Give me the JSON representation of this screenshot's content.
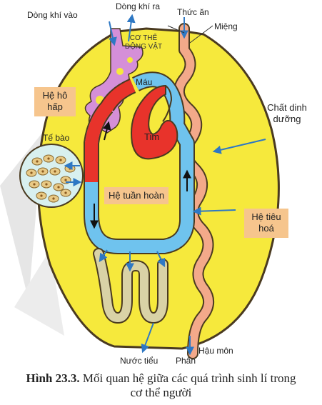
{
  "labels": {
    "air_in": "Dòng khí vào",
    "air_out": "Dòng khí ra",
    "food": "Thức ăn",
    "mouth": "Miệng",
    "body": "CƠ THỂ ĐỘNG VẬT",
    "respiratory": "Hệ hô hấp",
    "blood": "Máu",
    "heart": "Tim",
    "nutrients": "Chất dinh dưỡng",
    "cell": "Tế bào",
    "circulatory": "Hệ tuần hoàn",
    "digestive": "Hệ tiêu hoá",
    "urine": "Nước tiểu",
    "feces": "Phân",
    "anus": "Hậu môn"
  },
  "caption": {
    "figure_no": "Hình 23.3.",
    "text": "Mối quan hệ giữa các quá trình sinh lí trong cơ thể người"
  },
  "colors": {
    "body_fill": "#f6e93c",
    "outline": "#4a3a20",
    "lung": "#d58fd8",
    "artery": "#e8332b",
    "vein": "#6fc3ee",
    "gut": "#f3a98a",
    "kidney": "#d9d2a6",
    "arrow": "#2e78c4",
    "label_box": "#f6c58d"
  }
}
